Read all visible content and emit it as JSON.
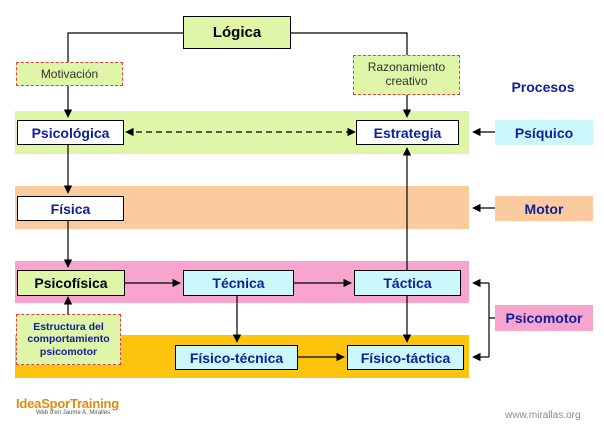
{
  "top": {
    "logica": "Lógica"
  },
  "inputs": {
    "motivacion": "Motivación",
    "razonamiento": "Razonamiento creativo",
    "estructura": "Estructura del comportamiento psicomotor"
  },
  "nodes": {
    "psicologica": "Psicológica",
    "estrategia": "Estrategia",
    "fisica": "Física",
    "psicofisica": "Psicofísica",
    "tecnica": "Técnica",
    "tactica": "Táctica",
    "fisico_tecnica": "Físico-técnica",
    "fisico_tactica": "Físico-táctica"
  },
  "legend": {
    "title": "Procesos",
    "psiquico": "Psíquico",
    "motor": "Motor",
    "psicomotor": "Psicomotor"
  },
  "colors": {
    "green_band": "#dff5a8",
    "peach_band": "#fbcb9f",
    "pink_band": "#f7a4cf",
    "yellow_band": "#fcc40d",
    "cyan_box": "#cdf8fb"
  },
  "footer": {
    "brand": "IdeaSporTraining",
    "brand_sub": "Web d'en Jaume A. Miralles",
    "site": "www.mirallas.org"
  }
}
